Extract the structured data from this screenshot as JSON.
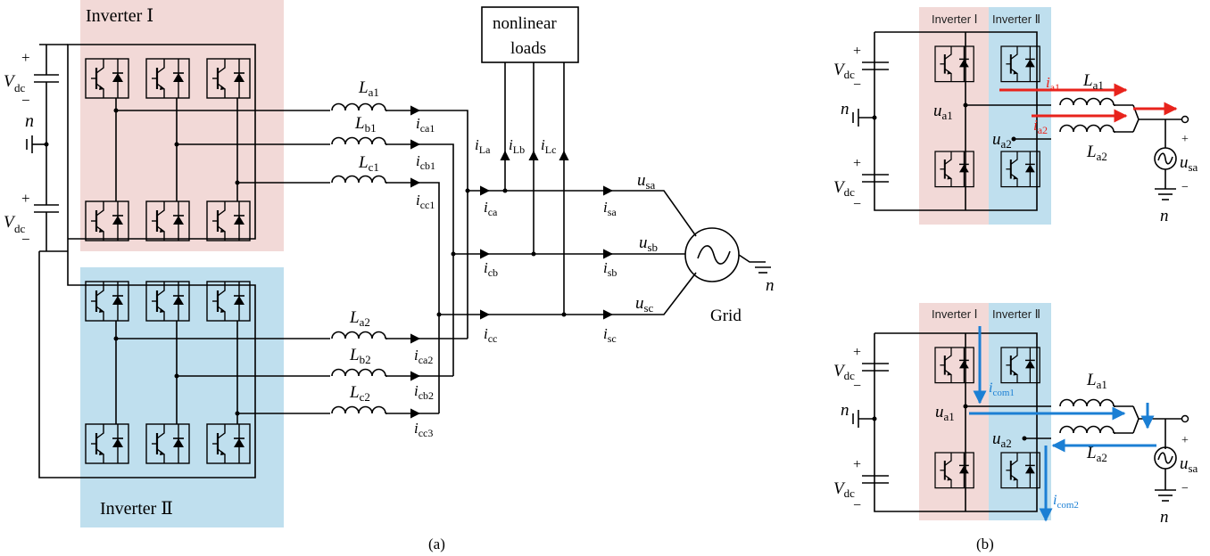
{
  "colors": {
    "inverter1_fill": "#f2d9d7",
    "inverter2_fill": "#bfdfee",
    "red_arrow": "#e8231c",
    "blue_arrow": "#1b7fd4"
  },
  "panel_a": {
    "caption": "(a)",
    "inverter1_label": "Inverter Ⅰ",
    "inverter2_label": "Inverter Ⅱ",
    "vdc": "V",
    "vdc_sub": "dc",
    "n": "n",
    "plus": "+",
    "minus": "−",
    "nonlinear_loads": [
      "nonlinear",
      "loads"
    ],
    "grid_label": "Grid",
    "inductors_top": [
      {
        "L": "L",
        "s": "a1"
      },
      {
        "L": "L",
        "s": "b1"
      },
      {
        "L": "L",
        "s": "c1"
      }
    ],
    "inductors_bottom": [
      {
        "L": "L",
        "s": "a2"
      },
      {
        "L": "L",
        "s": "b2"
      },
      {
        "L": "L",
        "s": "c2"
      }
    ],
    "currents_top": [
      {
        "i": "i",
        "s": "ca1"
      },
      {
        "i": "i",
        "s": "cb1"
      },
      {
        "i": "i",
        "s": "cc1"
      }
    ],
    "currents_bottom": [
      {
        "i": "i",
        "s": "ca2"
      },
      {
        "i": "i",
        "s": "cb2"
      },
      {
        "i": "i",
        "s": "cc3"
      }
    ],
    "load_currents": [
      {
        "i": "i",
        "s": "La"
      },
      {
        "i": "i",
        "s": "Lb"
      },
      {
        "i": "i",
        "s": "Lc"
      }
    ],
    "phase_currents": [
      {
        "i": "i",
        "s": "ca"
      },
      {
        "i": "i",
        "s": "cb"
      },
      {
        "i": "i",
        "s": "cc"
      }
    ],
    "source_currents": [
      {
        "i": "i",
        "s": "sa"
      },
      {
        "i": "i",
        "s": "sb"
      },
      {
        "i": "i",
        "s": "sc"
      }
    ],
    "voltages": [
      {
        "u": "u",
        "s": "sa"
      },
      {
        "u": "u",
        "s": "sb"
      },
      {
        "u": "u",
        "s": "sc"
      }
    ]
  },
  "panel_b": {
    "caption": "(b)",
    "inv1": "Inverter Ⅰ",
    "inv2": "Inverter Ⅱ",
    "vdc": "V",
    "vdc_sub": "dc",
    "n": "n",
    "plus": "+",
    "minus": "−",
    "ua1": {
      "u": "u",
      "s": "a1"
    },
    "ua2": {
      "u": "u",
      "s": "a2"
    },
    "La1": {
      "L": "L",
      "s": "a1"
    },
    "La2": {
      "L": "L",
      "s": "a2"
    },
    "usa": {
      "u": "u",
      "s": "sa"
    },
    "ia1": {
      "i": "i",
      "s": "a1"
    },
    "ia2": {
      "i": "i",
      "s": "a2"
    },
    "icom1": {
      "i": "i",
      "s": "com1"
    },
    "icom2": {
      "i": "i",
      "s": "com2"
    }
  }
}
